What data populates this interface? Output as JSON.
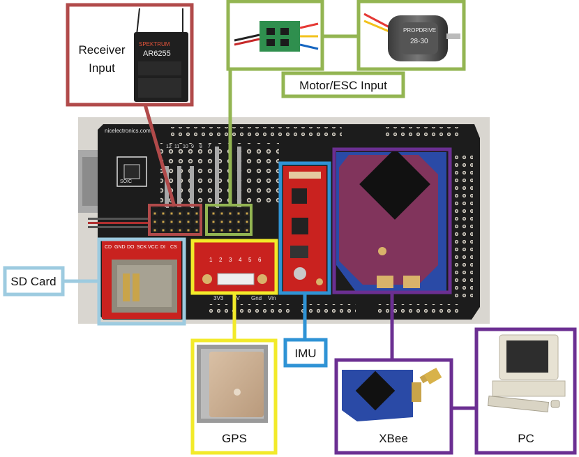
{
  "labels": {
    "receiver": [
      "Receiver",
      "Input"
    ],
    "motor_esc": "Motor/ESC Input",
    "sd_card": "SD Card",
    "imu": "IMU",
    "gps": "GPS",
    "xbee": "XBee",
    "pc": "PC"
  },
  "board": {
    "silkscreen_maker": "nicelectronics.com",
    "rx_pins": [
      "12",
      "11",
      "10",
      "9",
      "8",
      "7"
    ],
    "sd_pins": [
      "CD",
      "GND",
      "DO",
      "SCK",
      "VCC",
      "DI",
      "CS"
    ],
    "gps_pins": [
      "1",
      "2",
      "3",
      "4",
      "5",
      "6"
    ],
    "power_pins": [
      "3V3",
      "5V",
      "Gnd",
      "Vin"
    ]
  },
  "photos": {
    "receiver_brand": "SPEKTRUM",
    "receiver_model": "AR6255",
    "motor_brand": "PROPDRIVE",
    "motor_model": "28-30"
  },
  "colors": {
    "receiver": "#b14a4a",
    "motor_esc": "#93b552",
    "sd_card": "#9dcbe0",
    "imu": "#2f93d5",
    "gps": "#f2ea2a",
    "xbee": "#6b2f92",
    "pc": "#6b2f92",
    "board": "#1c1c1c",
    "breakout_red": "#c9221f",
    "xbee_blue": "#2a4aa6"
  }
}
